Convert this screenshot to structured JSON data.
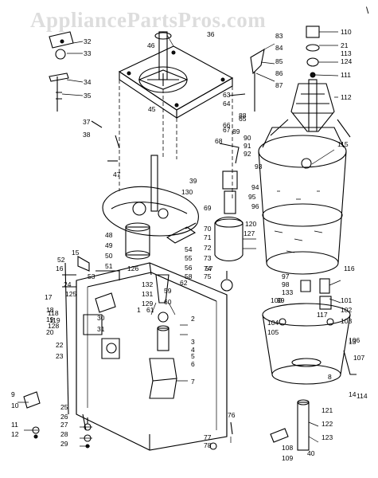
{
  "watermark": "AppliancePartsPros.com",
  "corner_mark": "\\",
  "callouts": [
    "110",
    "21",
    "113",
    "124",
    "111",
    "112",
    "115",
    "32",
    "33",
    "34",
    "35",
    "37",
    "38",
    "46",
    "45",
    "47",
    "39",
    "130",
    "48",
    "49",
    "50",
    "51",
    "52",
    "53",
    "54",
    "55",
    "56",
    "57",
    "58",
    "59",
    "60",
    "61",
    "62",
    "63",
    "64",
    "65",
    "66",
    "67",
    "68",
    "69",
    "70",
    "71",
    "72",
    "73",
    "74",
    "75",
    "83",
    "84",
    "85",
    "86",
    "87",
    "88",
    "89",
    "90",
    "91",
    "92",
    "93",
    "94",
    "95",
    "96",
    "97",
    "98",
    "99",
    "100",
    "101",
    "102",
    "103",
    "104",
    "105",
    "106",
    "107",
    "108",
    "109",
    "114",
    "116",
    "117",
    "118",
    "119",
    "120",
    "121",
    "122",
    "123",
    "125",
    "126",
    "127",
    "128",
    "129",
    "131",
    "132",
    "133",
    "1",
    "2",
    "3",
    "4",
    "5",
    "6",
    "7",
    "8",
    "9",
    "10",
    "11",
    "12",
    "13",
    "14",
    "15",
    "16",
    "17",
    "18",
    "19",
    "20",
    "22",
    "23",
    "24",
    "25",
    "26",
    "27",
    "28",
    "29",
    "30",
    "31",
    "36",
    "40",
    "76",
    "77",
    "78"
  ]
}
